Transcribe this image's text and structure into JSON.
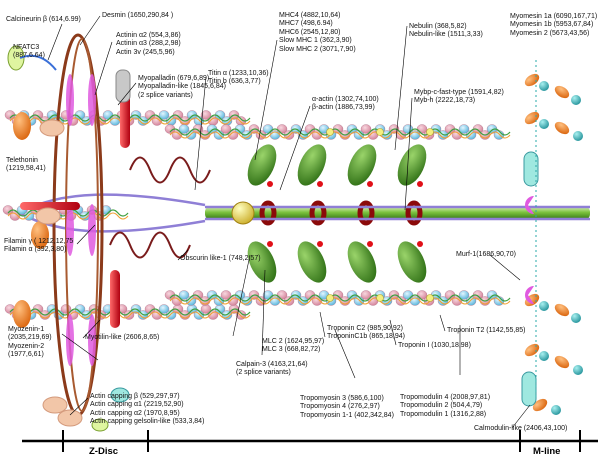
{
  "colors": {
    "background": "#ffffff",
    "thick_filament_pink": "#e8a9b8",
    "thin_filament_blue": "#8fd0ea",
    "myosin_head_green": "#3e8c1f",
    "titin_purple": "#8f7fd6",
    "desmin_brown": "#8b3a1a",
    "alpha_actinin_red": "#e0202a",
    "orange_protein": "#f07a1a",
    "teal_protein": "#2aa8a8",
    "magenta_protein": "#e05ae0",
    "yellow_protein": "#f0e060",
    "cyan_protein": "#9fe8e0",
    "nebulin_green": "#3ea040"
  },
  "labels": [
    {
      "key": "calcineurin",
      "lines": [
        "Calcineurin β (614,6.99)"
      ]
    },
    {
      "key": "desmin",
      "lines": [
        "Desmin (1650,290,84 )"
      ]
    },
    {
      "key": "actinin",
      "lines": [
        "Actinin α2 (554,3,86)",
        "Actinin α3 (288,2,98)",
        "Actin 3v (245,5,96)"
      ]
    },
    {
      "key": "mhc",
      "lines": [
        "MHC4 (4882,10,64)",
        "MHC7 (498,6.94)",
        "MHC6 (2545,12,80)",
        "Slow MHC 1 (362,3,90)",
        "Slow MHC 2 (3071,7,90)"
      ]
    },
    {
      "key": "nebulin",
      "lines": [
        "Nebulin (368,5,82)",
        "Nebulin-like (1511,3,33)"
      ]
    },
    {
      "key": "myomesin",
      "lines": [
        "Myomesin 1a (6090,167,71)",
        "Myomesin 1b (5953,67,84)",
        "Myomesin 2 (5673,43,56)"
      ]
    },
    {
      "key": "nfatc3",
      "lines": [
        "NFATC3",
        "(887,6.64)"
      ]
    },
    {
      "key": "myopalladin",
      "lines": [
        "Myopalladin (679,6,89)",
        "Myopalladin-like (1845,6,84)",
        "(2 splice variants)"
      ]
    },
    {
      "key": "titin",
      "lines": [
        "Titin α (1233,10,36)",
        "Titin b (636,3,77)"
      ]
    },
    {
      "key": "actin",
      "lines": [
        "α-actin (1302,74,100)",
        "β-actin (1886,73,99)"
      ]
    },
    {
      "key": "mybp",
      "lines": [
        "Mybp-c-fast-type (1591,4,82)",
        "Myb-h (2222,18,73)"
      ]
    },
    {
      "key": "telethonin",
      "lines": [
        "Telethonin",
        "(1219,58,41)"
      ]
    },
    {
      "key": "filamin",
      "lines": [
        "Filamin γ ( 1212,12,75",
        "Filamin α (392,3,80)"
      ]
    },
    {
      "key": "obscurin",
      "lines": [
        "Obscurin like-1 (748,2,57)"
      ]
    },
    {
      "key": "murf",
      "lines": [
        "Murf-1(1686,90,70)"
      ]
    },
    {
      "key": "myozenin",
      "lines": [
        "Myozenin-1",
        "(2035,219,69)",
        "Myozenin-2",
        "(1977,6,61)"
      ]
    },
    {
      "key": "myotilin",
      "lines": [
        "Myotilin-like (2606,8,65)"
      ]
    },
    {
      "key": "mlc",
      "lines": [
        "MLC 2 (1624,95,97)",
        "MLC 3 (668,82,72)"
      ]
    },
    {
      "key": "calpain",
      "lines": [
        "Calpain-3 (4163,21,64)",
        "(2 splice variants)"
      ]
    },
    {
      "key": "troponin_c",
      "lines": [
        "Troponin C2 (985,90,92)",
        "TroponinC1b (865,18,94)"
      ]
    },
    {
      "key": "troponin_i",
      "lines": [
        "Troponin I (1030,18,98)"
      ]
    },
    {
      "key": "troponin_t",
      "lines": [
        "Troponin T2 (1142,55,85)"
      ]
    },
    {
      "key": "capping",
      "lines": [
        "Actin capping β (529,297,97)",
        "Actin capping α1 (2219,52,90)",
        "Actin capping α2 (1970,8,95)",
        "Actin capping gelsolin-like (533,3,84)"
      ]
    },
    {
      "key": "tropomyosin",
      "lines": [
        "Tropomyosin 3 (586,6,100)",
        "Tropomyosin 4 (276,2,97)",
        "Tropomyosin 1-1 (402,342,84)"
      ]
    },
    {
      "key": "tropomodulin",
      "lines": [
        "Tropomodulin 4 (2008,97,81)",
        "Tropomodulin 2 (504,4,79)",
        "Tropomodulin 1 (1316,2,88)"
      ]
    },
    {
      "key": "calmodulin",
      "lines": [
        "Calmodulin-like (2406,43,100)"
      ]
    }
  ],
  "axis": {
    "zdisc_label": "Z-Disc",
    "mline_label": "M-line"
  }
}
